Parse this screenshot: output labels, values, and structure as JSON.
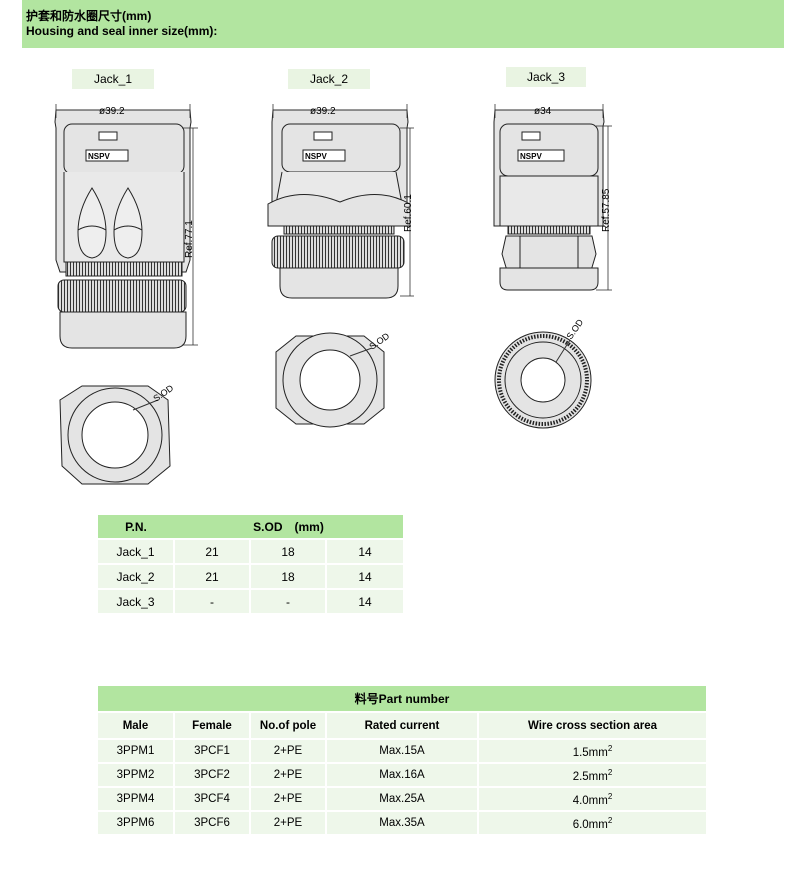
{
  "header": {
    "title_cn": "护套和防水圈尺寸(mm)",
    "title_en": "Housing and seal inner size(mm):"
  },
  "jacks": [
    {
      "label": "Jack_1",
      "diameter": "ø39.2",
      "ref": "Ref.77.1",
      "sod": "S.OD"
    },
    {
      "label": "Jack_2",
      "diameter": "ø39.2",
      "ref": "Ref.60.1",
      "sod": "S.OD"
    },
    {
      "label": "Jack_3",
      "diameter": "ø34",
      "ref": "Ref.57.85",
      "sod": "S.OD"
    }
  ],
  "brand_mark": "NSPV",
  "sod_table": {
    "col_pn": "P.N.",
    "col_sod": "S.OD　(mm)",
    "rows": [
      {
        "pn": "Jack_1",
        "a": "21",
        "b": "18",
        "c": "14"
      },
      {
        "pn": "Jack_2",
        "a": "21",
        "b": "18",
        "c": "14"
      },
      {
        "pn": "Jack_3",
        "a": "-",
        "b": "-",
        "c": "14"
      }
    ]
  },
  "part_table": {
    "title": "料号Part number",
    "headers": [
      "Male",
      "Female",
      "No.of pole",
      "Rated current",
      "Wire cross section area"
    ],
    "rows": [
      {
        "male": "3PPM1",
        "female": "3PCF1",
        "pole": "2+PE",
        "current": "Max.15A",
        "area": "1.5mm",
        "sup": "2"
      },
      {
        "male": "3PPM2",
        "female": "3PCF2",
        "pole": "2+PE",
        "current": "Max.16A",
        "area": "2.5mm",
        "sup": "2"
      },
      {
        "male": "3PPM4",
        "female": "3PCF4",
        "pole": "2+PE",
        "current": "Max.25A",
        "area": "4.0mm",
        "sup": "2"
      },
      {
        "male": "3PPM6",
        "female": "3PCF6",
        "pole": "2+PE",
        "current": "Max.35A",
        "area": "6.0mm",
        "sup": "2"
      }
    ]
  },
  "colors": {
    "header_green": "#b2e5a0",
    "cell_green": "#eef7ea",
    "part_fill": "#e4e4e4",
    "line": "#222222"
  }
}
